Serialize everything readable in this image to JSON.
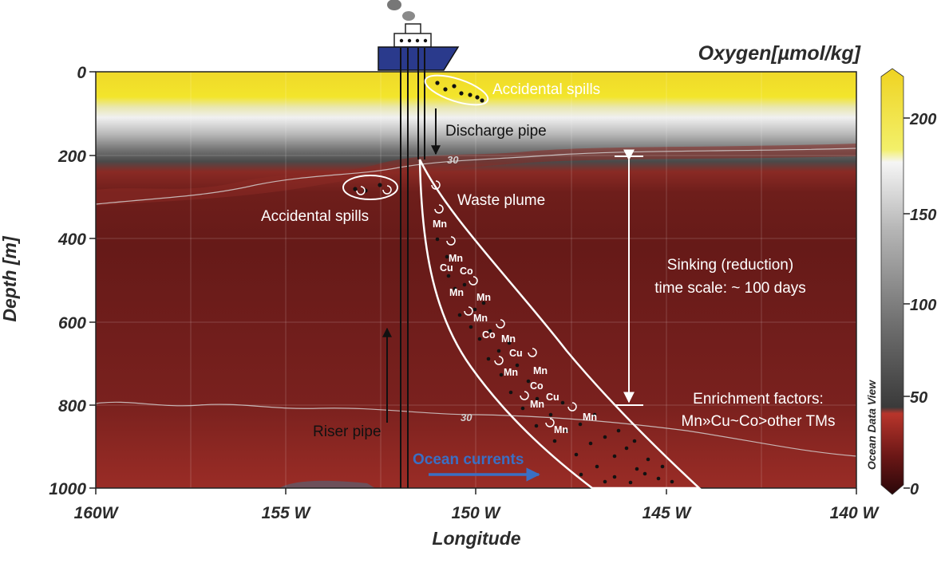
{
  "title": "Oxygen[µmol/kg]",
  "y_axis": {
    "label": "Depth [m]",
    "ticks": [
      "0",
      "200",
      "400",
      "600",
      "800",
      "1000"
    ],
    "range": [
      0,
      1000
    ]
  },
  "x_axis": {
    "label": "Longitude",
    "ticks": [
      "160W",
      "155 W",
      "150 W",
      "145 W",
      "140 W"
    ],
    "range_deg_west": [
      160,
      140
    ]
  },
  "colorbar": {
    "ticks": [
      "0",
      "50",
      "100",
      "150",
      "200"
    ],
    "range": [
      0,
      225
    ],
    "watermark": "Ocean Data View",
    "colors": {
      "low": "#3a0a0c",
      "mid_red": "#b2332b",
      "grey": "#6e6e6e",
      "white": "#f2f2f2",
      "yellow": "#f2e21a"
    }
  },
  "contour_label": "30",
  "annotations": {
    "spills_top": "Accidental spills",
    "spills_left": "Accidental spills",
    "discharge": "Discharge pipe",
    "plume": "Waste plume",
    "sinking_line1": "Sinking (reduction)",
    "sinking_line2": "time scale: ~ 100 days",
    "enrich_line1": "Enrichment factors:",
    "enrich_line2": "Mn»Cu~Co>other TMs",
    "riser": "Riser pipe",
    "currents": "Ocean currents"
  },
  "plume_elements": [
    "Mn",
    "Mn",
    "Cu",
    "Co",
    "Mn",
    "Mn",
    "Mn",
    "Co",
    "Mn",
    "Cu",
    "Mn",
    "Mn",
    "Co",
    "Cu",
    "Mn",
    "Mn",
    "Mn"
  ],
  "colors": {
    "currents": "#3a6fc4",
    "ship": "#2a3a8c"
  }
}
